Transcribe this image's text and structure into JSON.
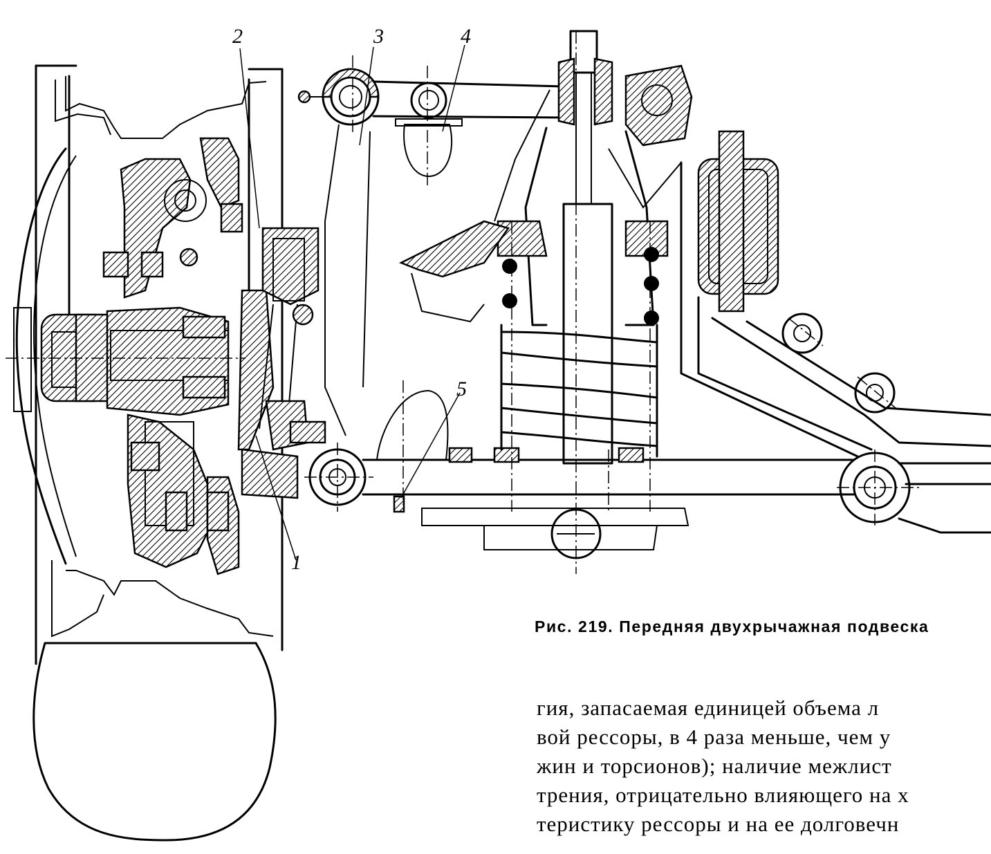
{
  "figure": {
    "callouts": [
      {
        "id": "1",
        "label": "1"
      },
      {
        "id": "2",
        "label": "2"
      },
      {
        "id": "3",
        "label": "3"
      },
      {
        "id": "4",
        "label": "4"
      },
      {
        "id": "5",
        "label": "5"
      }
    ],
    "caption": "Рис. 219. Передняя двухрычажная подвеска"
  },
  "body_text": {
    "lines": [
      "гия, запасаемая единицей объема л",
      "вой рессоры, в 4 раза меньше, чем у",
      "жин и торсионов); наличие межлист",
      "трения, отрицательно влияющего на х",
      "теристику рессоры и на ее долговечн"
    ]
  }
}
